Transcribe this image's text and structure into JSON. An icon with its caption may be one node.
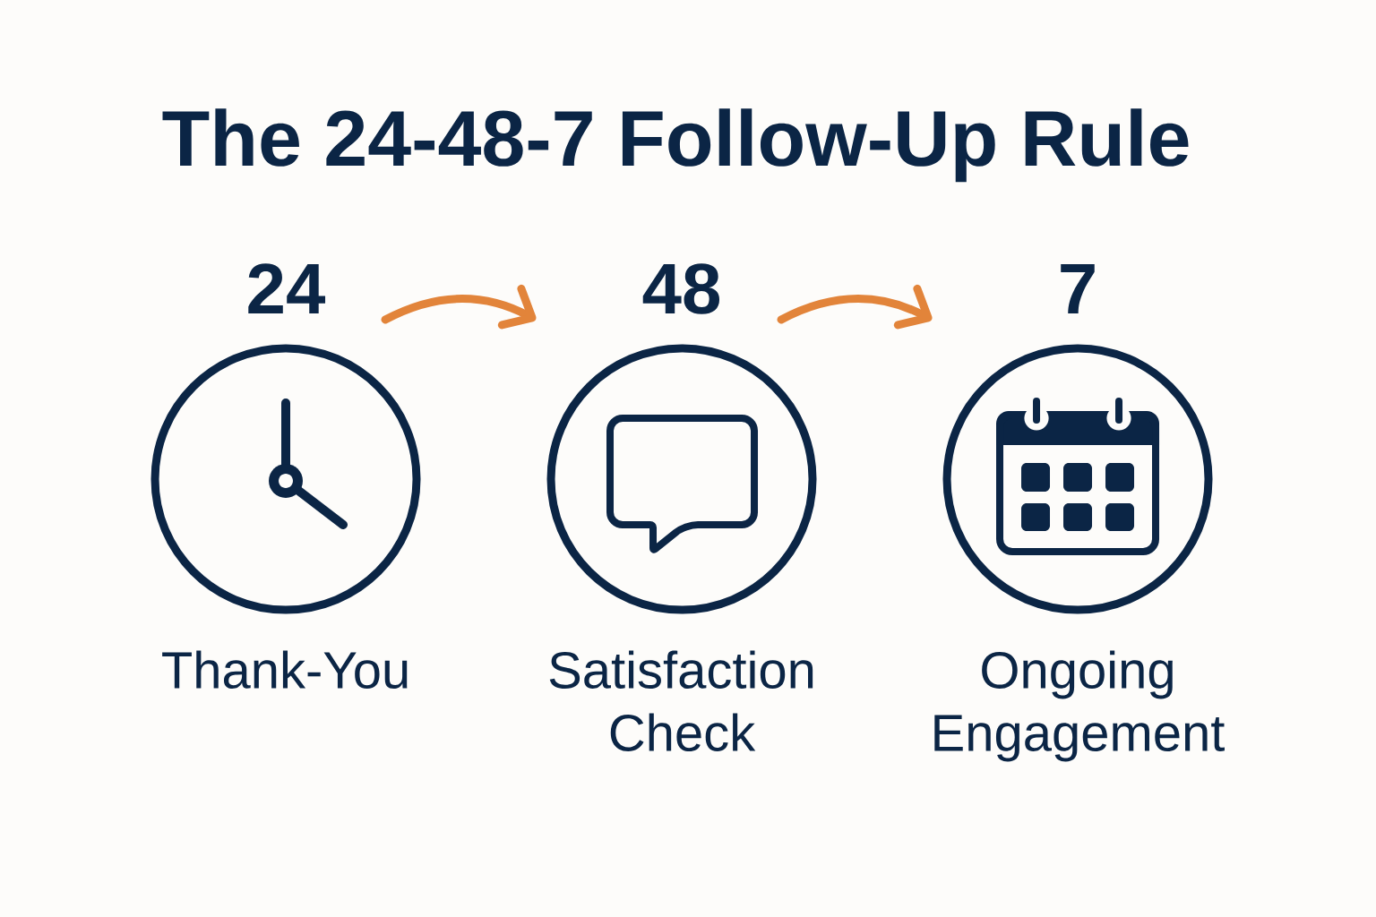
{
  "diagram": {
    "title": "The 24-48-7 Follow-Up Rule",
    "nodes": [
      {
        "text": [
          "24",
          "Thank-You"
        ]
      },
      {
        "text": [
          "48",
          "Satisfaction Check"
        ]
      },
      {
        "text": [
          "7",
          "Ongoing Engagement"
        ]
      }
    ],
    "edges": [
      {
        "from": 0,
        "to": 1,
        "arrow": "to"
      },
      {
        "from": 1,
        "to": 2,
        "arrow": "to"
      }
    ]
  }
}
